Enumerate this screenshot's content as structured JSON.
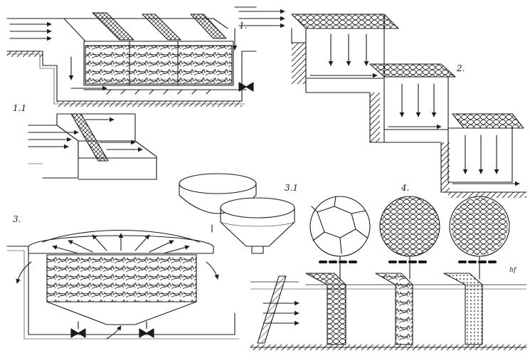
{
  "figure_labels": {
    "fig1": "1.",
    "fig1_1": "1.1",
    "fig2": "2.",
    "fig3": "3.",
    "fig3_1": "3.1",
    "fig4": "4."
  },
  "signature": "hf",
  "colors": {
    "ink": "#1a1a1a",
    "paper": "#ffffff",
    "light_fill": "#f4f4f4"
  }
}
